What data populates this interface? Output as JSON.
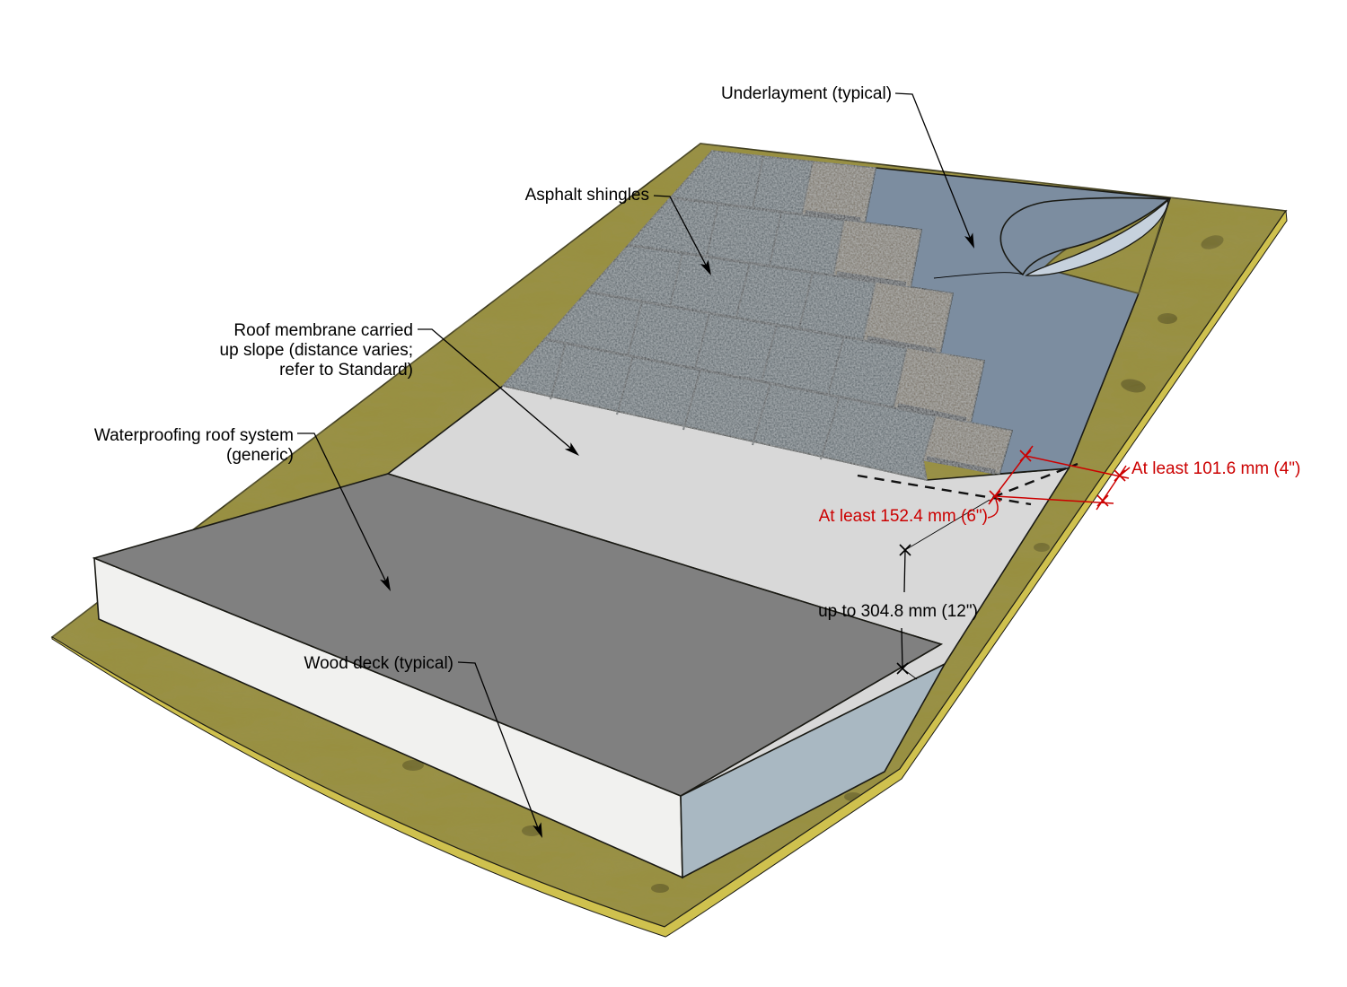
{
  "labels": {
    "underlayment": "Underlayment (typical)",
    "asphalt_shingles": "Asphalt shingles",
    "roof_membrane": [
      "Roof membrane carried",
      "up slope (distance varies;",
      "refer to Standard)"
    ],
    "waterproofing": [
      "Waterproofing roof system",
      "(generic)"
    ],
    "wood_deck": "Wood deck (typical)"
  },
  "dimensions": {
    "membrane_up_slope": "At least 152.4 mm (6\")",
    "membrane_on_deck": "At least 101.6 mm (4\")",
    "up_slope_distance": "up to 304.8 mm (12\")"
  },
  "palette": {
    "background": "#ffffff",
    "deck_wood": "#988f41",
    "deck_edge": "#cfc14e",
    "slab_face": "#f1f1ef",
    "slab_side_blue": "#a9b8c2",
    "membrane_dark": "#808080",
    "membrane_light": "#d8d8d8",
    "underlayment": "#7c8da0",
    "underlayment_underside": "#c6d1dd",
    "shingle": "#4c575d",
    "shingle_brown": "#6e6555",
    "tar": "#15151a",
    "dimension_red": "#cc0000",
    "text_black": "#000000"
  }
}
